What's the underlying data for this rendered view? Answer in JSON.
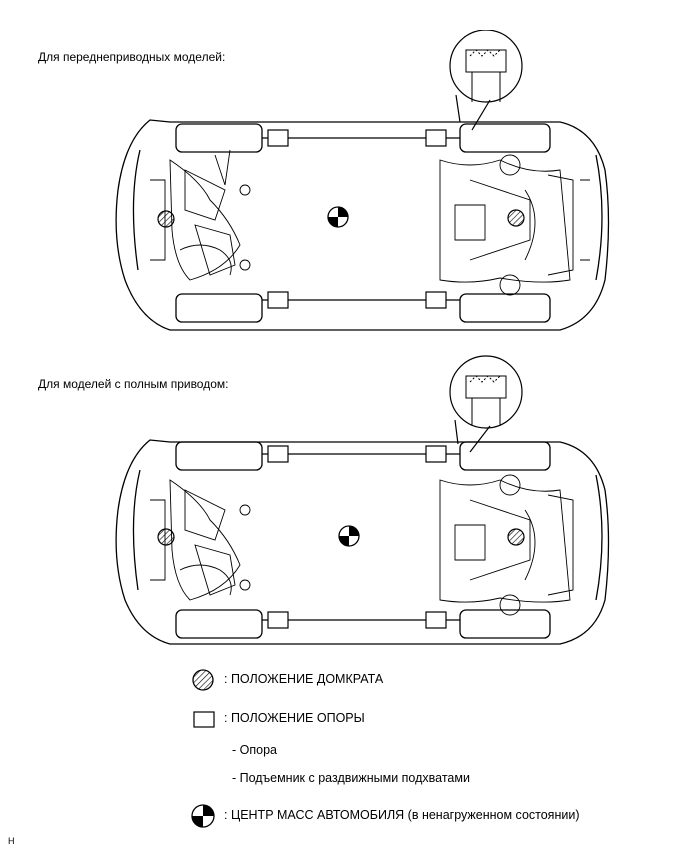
{
  "section_fwd": {
    "caption": "Для переднеприводных моделей:"
  },
  "section_4wd": {
    "caption": "Для моделей с полным приводом:"
  },
  "legend": {
    "jack_position": ": ПОЛОЖЕНИЕ ДОМКРАТА",
    "support_position": ": ПОЛОЖЕНИЕ ОПОРЫ",
    "support_items": [
      "- Опора",
      "- Подъемник с раздвижными подхватами"
    ],
    "center_of_mass": ": ЦЕНТР МАСС АВТОМОБИЛЯ (в ненагруженном состоянии)"
  },
  "footer_mark": "H",
  "icons": {
    "jack": "hatched-circle-icon",
    "support": "square-outline-icon",
    "center_of_mass": "quartered-circle-icon"
  }
}
